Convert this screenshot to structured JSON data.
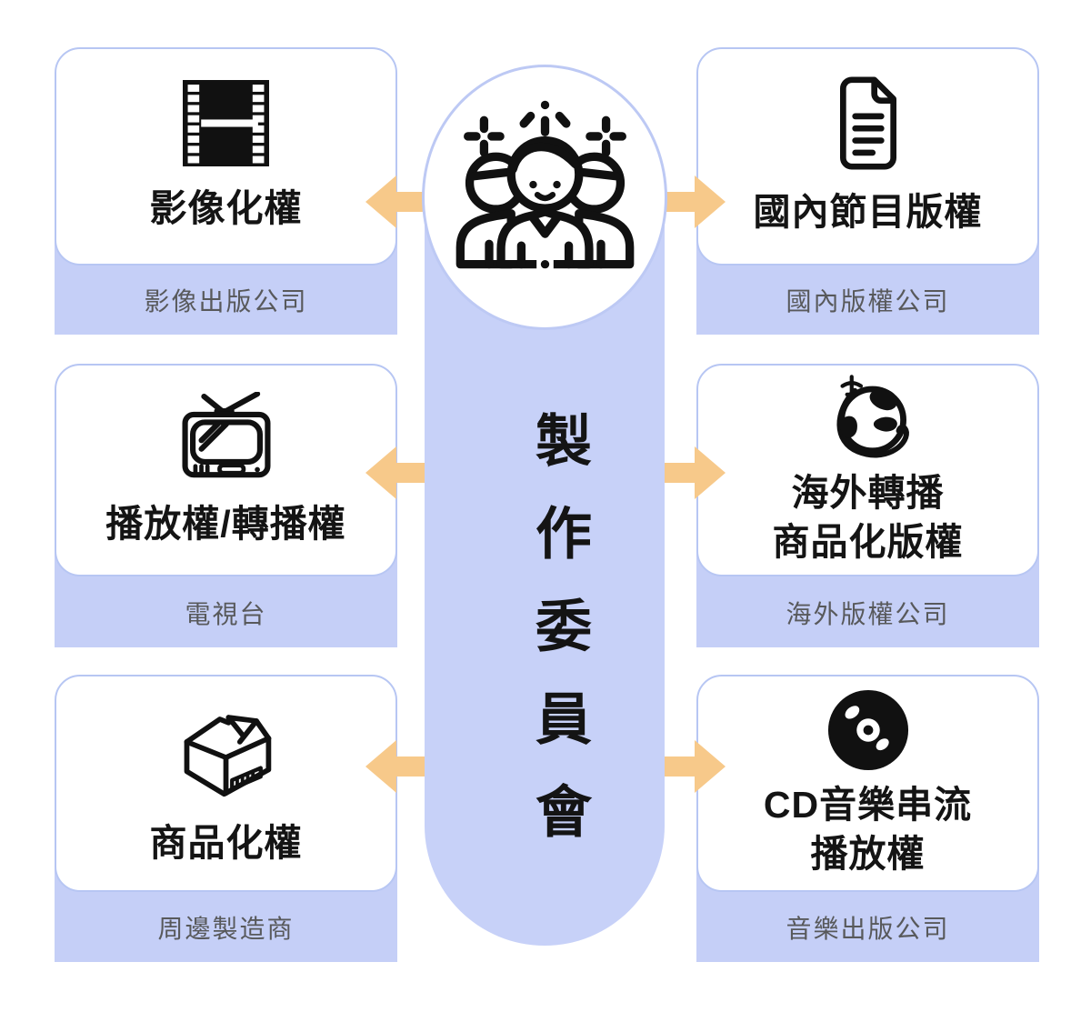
{
  "colors": {
    "card_border": "#b7c6f3",
    "strip_bg": "#c5cff7",
    "pill_bg": "#c7d1f8",
    "circle_border": "#bdc9f4",
    "arrow": "#f7c98a",
    "icon": "#111111",
    "title_text": "#141414",
    "footer_text": "#58595b"
  },
  "center": {
    "title": "製作委員會",
    "icon": "team-people-icon"
  },
  "boxes": {
    "left": [
      {
        "icon": "film-strip-icon",
        "title_line1": "影像化權",
        "title_line2": "",
        "footer": "影像出版公司"
      },
      {
        "icon": "tv-icon",
        "title_line1": "播放權/轉播權",
        "title_line2": "",
        "footer": "電視台"
      },
      {
        "icon": "package-box-icon",
        "title_line1": "商品化權",
        "title_line2": "",
        "footer": "周邊製造商"
      }
    ],
    "right": [
      {
        "icon": "document-icon",
        "title_line1": "國內節目版權",
        "title_line2": "",
        "footer": "國內版權公司"
      },
      {
        "icon": "globe-airplane-icon",
        "title_line1": "海外轉播",
        "title_line2": "商品化版權",
        "footer": "海外版權公司"
      },
      {
        "icon": "cd-disc-icon",
        "title_line1": "CD音樂串流",
        "title_line2": "播放權",
        "footer": "音樂出版公司"
      }
    ]
  }
}
